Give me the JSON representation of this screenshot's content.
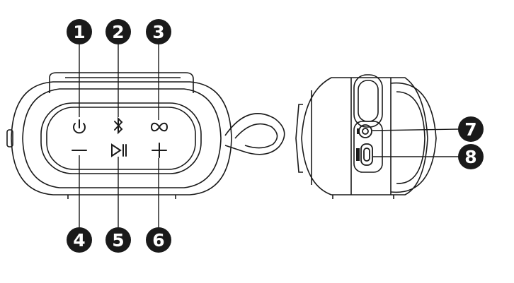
{
  "callouts": {
    "c1": "1",
    "c2": "2",
    "c3": "3",
    "c4": "4",
    "c5": "5",
    "c6": "6",
    "c7": "7",
    "c8": "8"
  },
  "colors": {
    "ink": "#1a1a1a",
    "badge": "#1a1a1a",
    "badge_text": "#ffffff",
    "background": "#ffffff"
  },
  "icons": {
    "top_row": [
      "power-icon",
      "bluetooth-icon",
      "infinity-icon"
    ],
    "bottom_row": [
      "minus-icon",
      "play-pause-icon",
      "plus-icon"
    ],
    "side_ports": [
      "audio-jack-icon",
      "usb-c-port-icon"
    ]
  }
}
